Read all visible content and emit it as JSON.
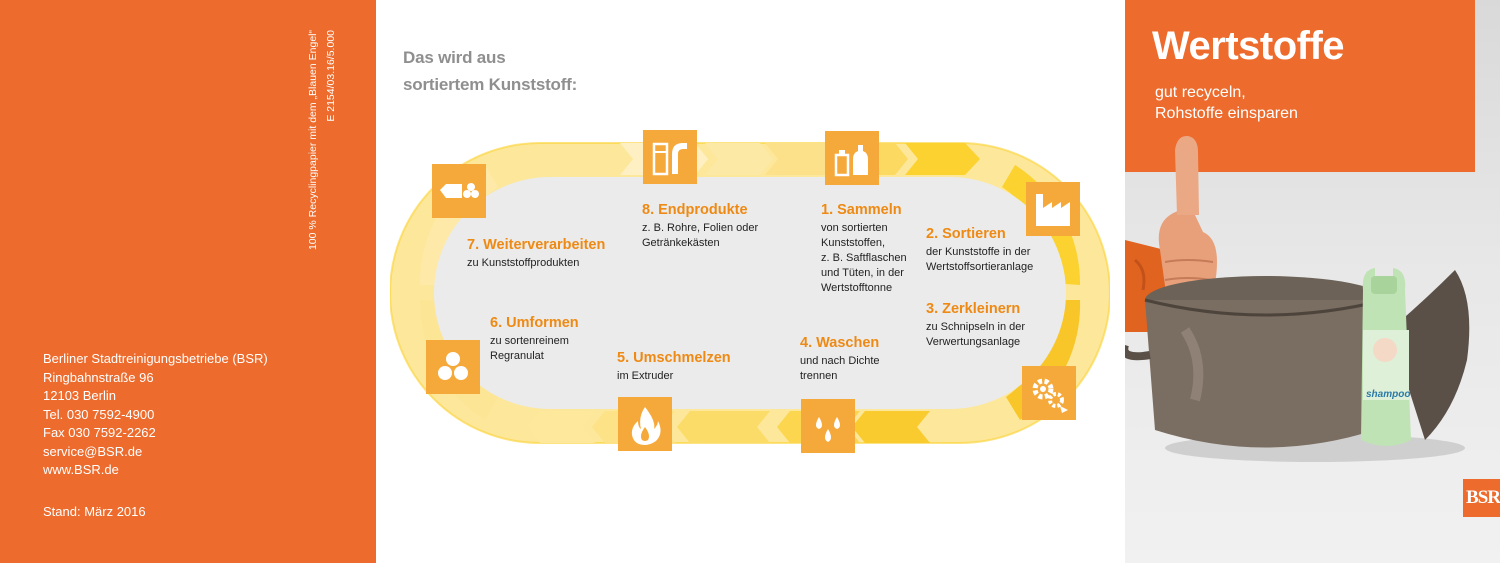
{
  "left": {
    "print_note": [
      "100 % Recyclingpapier mit dem „Blauen Engel“",
      "E 2154/03.16/5.000"
    ],
    "address": [
      "Berliner Stadtreinigungsbetriebe (BSR)",
      "Ringbahnstraße 96",
      "12103 Berlin",
      "Tel. 030 7592-4900",
      "Fax 030 7592-2262",
      "service@BSR.de",
      "www.BSR.de"
    ],
    "stand": "Stand: März 2016"
  },
  "middle": {
    "heading": [
      "Das wird aus",
      "sortiertem Kunststoff:"
    ],
    "steps": [
      {
        "title": "1. Sammeln",
        "desc": [
          "von sortierten",
          "Kunststoffen,",
          "z. B. Saftflaschen",
          "und Tüten, in der",
          "Wertstofftonne"
        ]
      },
      {
        "title": "2. Sortieren",
        "desc": [
          "der Kunststoffe in der",
          "Wertstoffsortieranlage"
        ]
      },
      {
        "title": "3. Zerkleinern",
        "desc": [
          "zu Schnipseln in der",
          "Verwertungsanlage"
        ]
      },
      {
        "title": "4. Waschen",
        "desc": [
          "und nach Dichte",
          "trennen"
        ]
      },
      {
        "title": "5. Umschmelzen",
        "desc": [
          "im Extruder"
        ]
      },
      {
        "title": "6. Umformen",
        "desc": [
          "zu sortenreinem",
          "Regranulat"
        ]
      },
      {
        "title": "7. Weiterverarbeiten",
        "desc": [
          "zu Kunststoffprodukten"
        ]
      },
      {
        "title": "8. Endprodukte",
        "desc": [
          "z. B. Rohre, Folien oder",
          "Getränkekästen"
        ]
      }
    ],
    "icons": [
      "bottles-icon",
      "factory-icon",
      "gears-icon",
      "water-drops-icon",
      "flame-icon",
      "granulate-icon",
      "extruder-icon",
      "pipes-icon"
    ]
  },
  "right": {
    "title": "Wertstoffe",
    "subtitle": [
      "gut recyceln,",
      "Rohstoffe einsparen"
    ],
    "shampoo_label": "shampoo",
    "logo": "BSR"
  },
  "colors": {
    "orange": "#ec6b2d",
    "step_orange": "#ee8a14",
    "icon_bg": "#f6a93b",
    "arrow_yellow": "#fbd230",
    "inner_grey": "#ebebeb"
  }
}
